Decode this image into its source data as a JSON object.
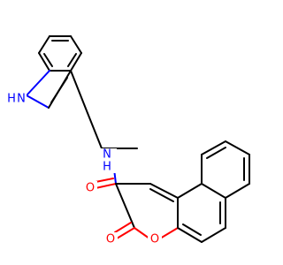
{
  "molecule": {
    "colors": {
      "carbon": "#000000",
      "nitrogen": "#0000ff",
      "oxygen": "#ff0000",
      "background": "#ffffff"
    },
    "labels": {
      "indole_nh": "H",
      "indole_n": "N",
      "amide_n": "N",
      "amide_h": "H",
      "carbonyl_o_amide": "O",
      "carbonyl_o_lactone": "O",
      "ring_o": "O"
    }
  }
}
